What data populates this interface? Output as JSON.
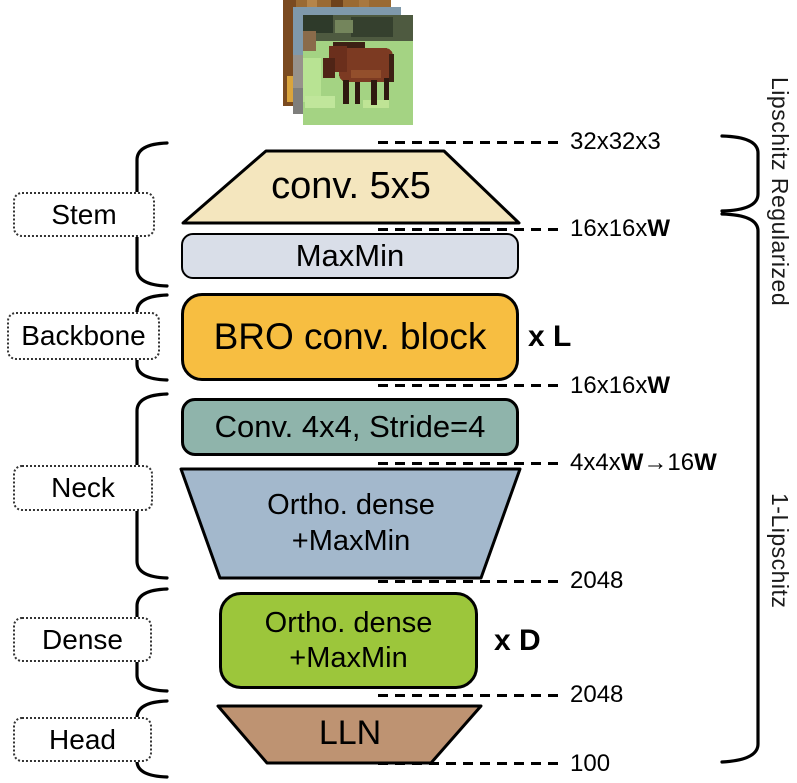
{
  "input_image": {
    "name": "horse-image-stack"
  },
  "stages": [
    {
      "label": "Stem"
    },
    {
      "label": "Backbone"
    },
    {
      "label": "Neck"
    },
    {
      "label": "Dense"
    },
    {
      "label": "Head"
    }
  ],
  "blocks": {
    "conv5x5": {
      "label": "conv. 5x5",
      "color": "#F4E6BE"
    },
    "maxmin": {
      "label": "MaxMin",
      "color": "#D9DEE8"
    },
    "bro": {
      "label": "BRO conv. block",
      "repeat": "x L",
      "color": "#F7BE41"
    },
    "conv4x4": {
      "label": "Conv. 4x4, Stride=4",
      "color": "#8FB4AB"
    },
    "ortho_neck": {
      "line1": "Ortho. dense",
      "line2": "+MaxMin",
      "color": "#A3B8CC"
    },
    "ortho_dense": {
      "line1": "Ortho. dense",
      "line2": "+MaxMin",
      "repeat": "x D",
      "color": "#9CC63B"
    },
    "lln": {
      "label": "LLN",
      "color": "#BE9372"
    }
  },
  "dims": [
    {
      "text": "32x32x3"
    },
    {
      "pre": "16x16x",
      "b1": "W"
    },
    {
      "pre": "16x16x",
      "b1": "W"
    },
    {
      "pre": "4x4x",
      "b1": "W",
      "mid": "→16",
      "b2": "W"
    },
    {
      "text": "2048"
    },
    {
      "text": "2048"
    },
    {
      "text": "100"
    }
  ],
  "side_labels": {
    "top": "Lipschitz Regularized",
    "bottom": "1-Lipschitz"
  }
}
